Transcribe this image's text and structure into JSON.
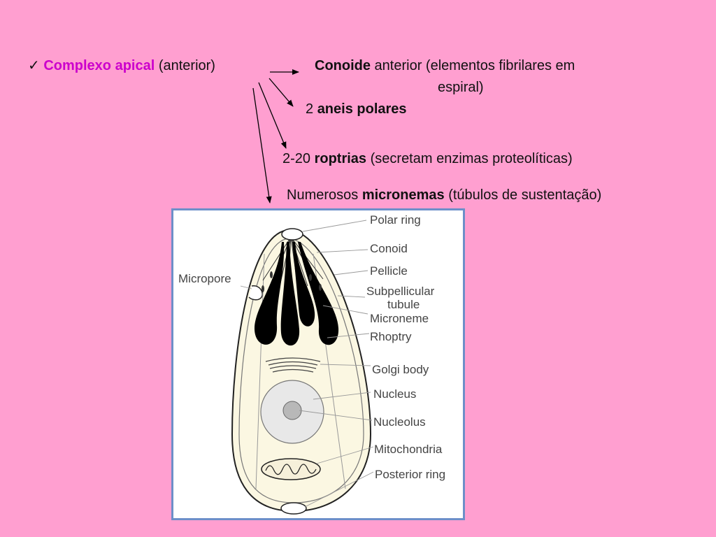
{
  "colors": {
    "background": "#ff9fd0",
    "highlight": "#cc00cc",
    "frame": "#6d8fc9",
    "cell_fill": "#fbf7e2"
  },
  "bullet": {
    "check": "✓",
    "title": "Complexo apical",
    "suffix": " (anterior)"
  },
  "items": {
    "conoide": {
      "bold": "Conoide",
      "rest": " anterior (elementos fibrilares em",
      "rest2": "espiral)"
    },
    "aneis": {
      "prefix": "2 ",
      "bold": "aneis polares"
    },
    "roptrias": {
      "prefix": "2-20 ",
      "bold": "roptrias",
      "rest": " (secretam enzimas proteolíticas)"
    },
    "micronemas": {
      "prefix": "Numerosos ",
      "bold": "micronemas",
      "rest": " (túbulos de sustentação)"
    }
  },
  "diagram_labels": {
    "polar_ring": "Polar ring",
    "conoid": "Conoid",
    "pellicle": "Pellicle",
    "micropore": "Micropore",
    "subpellicular_1": "Subpellicular",
    "subpellicular_2": "tubule",
    "microneme": "Microneme",
    "rhoptry": "Rhoptry",
    "golgi": "Golgi body",
    "nucleus": "Nucleus",
    "nucleolus": "Nucleolus",
    "mitochondria": "Mitochondria",
    "posterior_ring": "Posterior ring"
  }
}
